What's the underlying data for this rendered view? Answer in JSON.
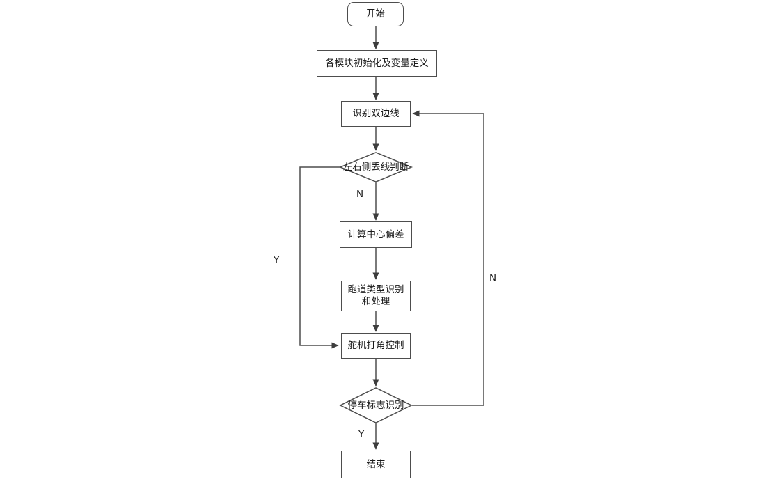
{
  "diagram": {
    "type": "flowchart",
    "title": "",
    "orientation": "top-to-bottom",
    "background_color": "#ffffff",
    "stroke_color": "#4d4d4d",
    "text_color": "#1a1a1a",
    "nodes": [
      {
        "id": "start",
        "shape": "rounded-rectangle",
        "label": "开始"
      },
      {
        "id": "init",
        "shape": "rectangle",
        "label": "各模块初始化及变量定义"
      },
      {
        "id": "detect",
        "shape": "rectangle",
        "label": "识别双边线"
      },
      {
        "id": "loss",
        "shape": "diamond",
        "label": "左右侧丢线判断"
      },
      {
        "id": "center",
        "shape": "rectangle",
        "label": "计算中心偏差"
      },
      {
        "id": "track",
        "shape": "rectangle",
        "label": "跑道类型识别\n和处理"
      },
      {
        "id": "servo",
        "shape": "rectangle",
        "label": "舵机打角控制"
      },
      {
        "id": "stopsign",
        "shape": "diamond",
        "label": "停车标志识别"
      },
      {
        "id": "end",
        "shape": "rectangle",
        "label": "结束"
      }
    ],
    "edge_labels": {
      "loss_no": "N",
      "loss_yes": "Y",
      "stop_yes": "Y",
      "stop_no": "N"
    },
    "edges": [
      {
        "from": "start",
        "to": "init",
        "label": ""
      },
      {
        "from": "init",
        "to": "detect",
        "label": ""
      },
      {
        "from": "detect",
        "to": "loss",
        "label": ""
      },
      {
        "from": "loss",
        "to": "center",
        "label": "N"
      },
      {
        "from": "loss",
        "to": "servo",
        "label": "Y"
      },
      {
        "from": "center",
        "to": "track",
        "label": ""
      },
      {
        "from": "track",
        "to": "servo",
        "label": ""
      },
      {
        "from": "servo",
        "to": "stopsign",
        "label": ""
      },
      {
        "from": "stopsign",
        "to": "end",
        "label": "Y"
      },
      {
        "from": "stopsign",
        "to": "detect",
        "label": "N"
      }
    ]
  }
}
